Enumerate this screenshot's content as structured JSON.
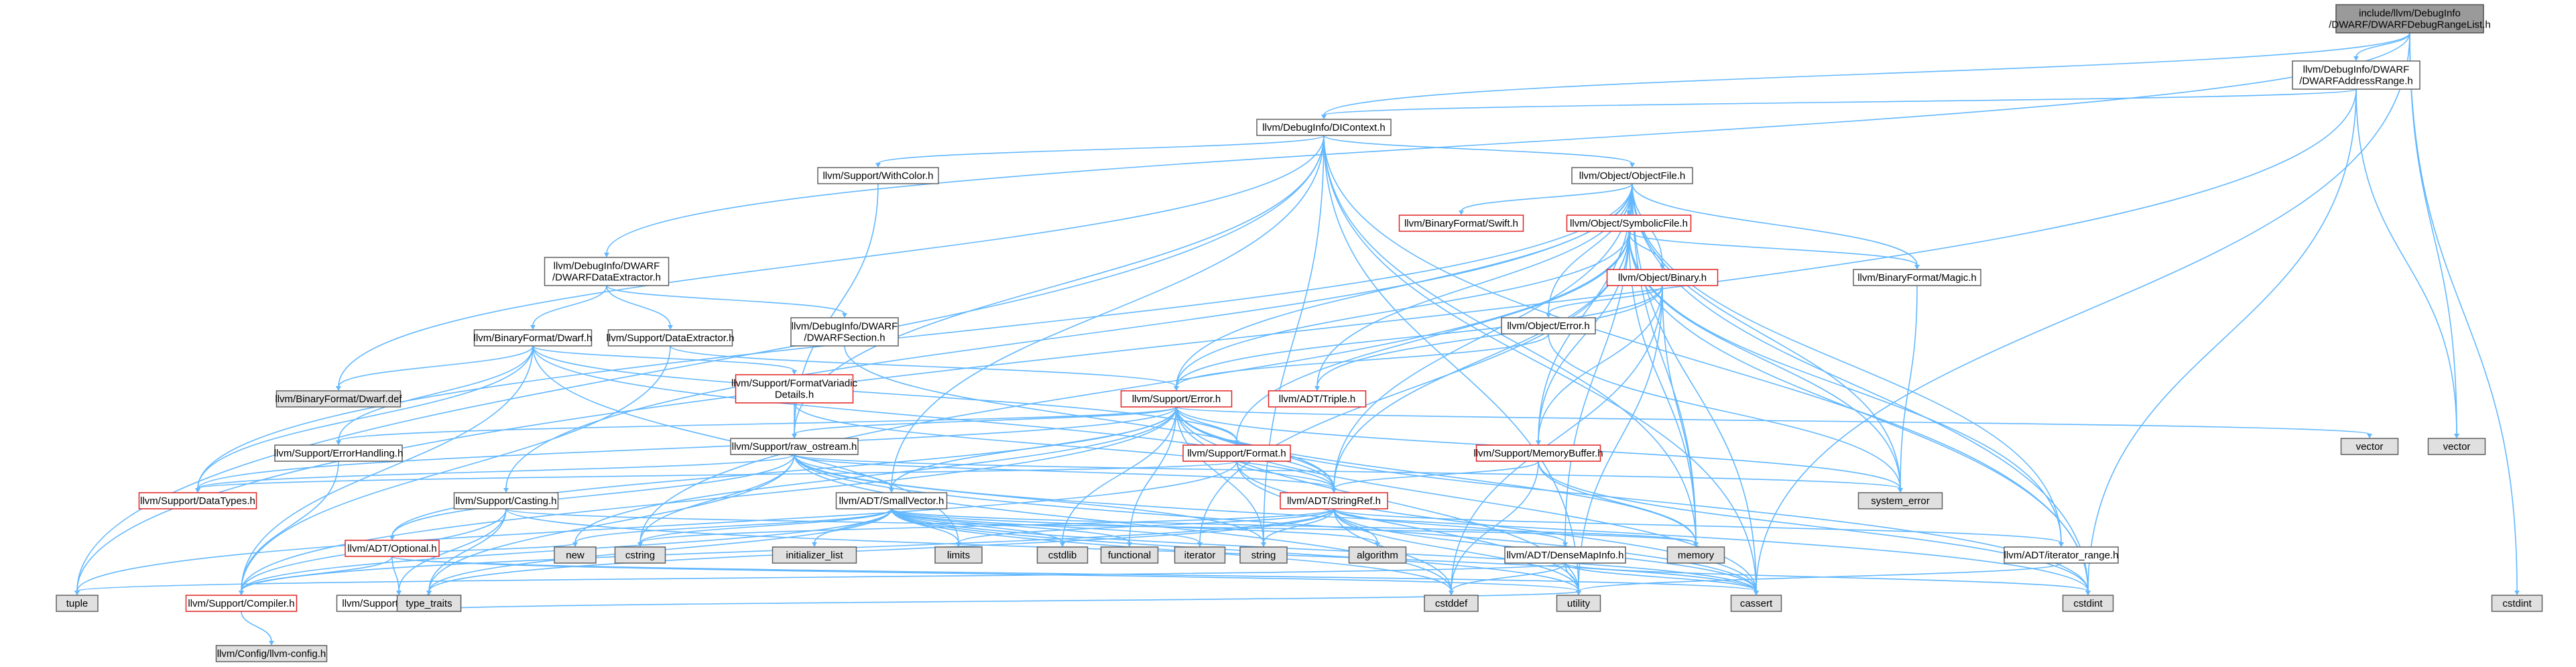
{
  "diagram": {
    "nodes": [
      {
        "id": "root",
        "lines": [
          "include/llvm/DebugInfo",
          "/DWARF/DWARFDebugRangeList.h"
        ],
        "style": "root"
      },
      {
        "id": "addrrange",
        "lines": [
          "llvm/DebugInfo/DWARF",
          "/DWARFAddressRange.h"
        ],
        "style": "plain"
      },
      {
        "id": "dicontext",
        "lines": [
          "llvm/DebugInfo/DIContext.h"
        ],
        "style": "plain"
      },
      {
        "id": "withcolor",
        "lines": [
          "llvm/Support/WithColor.h"
        ],
        "style": "plain"
      },
      {
        "id": "objectfile",
        "lines": [
          "llvm/Object/ObjectFile.h"
        ],
        "style": "plain"
      },
      {
        "id": "swift",
        "lines": [
          "llvm/BinaryFormat/Swift.h"
        ],
        "style": "red"
      },
      {
        "id": "symbolicfile",
        "lines": [
          "llvm/Object/SymbolicFile.h"
        ],
        "style": "red"
      },
      {
        "id": "dataextractor_dwarf",
        "lines": [
          "llvm/DebugInfo/DWARF",
          "/DWARFDataExtractor.h"
        ],
        "style": "plain"
      },
      {
        "id": "binary",
        "lines": [
          "llvm/Object/Binary.h"
        ],
        "style": "red"
      },
      {
        "id": "magic",
        "lines": [
          "llvm/BinaryFormat/Magic.h"
        ],
        "style": "plain"
      },
      {
        "id": "dwarf",
        "lines": [
          "llvm/BinaryFormat/Dwarf.h"
        ],
        "style": "plain"
      },
      {
        "id": "dataextractor",
        "lines": [
          "llvm/Support/DataExtractor.h"
        ],
        "style": "plain"
      },
      {
        "id": "dwarfsection",
        "lines": [
          "llvm/DebugInfo/DWARF",
          "/DWARFSection.h"
        ],
        "style": "plain"
      },
      {
        "id": "objerror",
        "lines": [
          "llvm/Object/Error.h"
        ],
        "style": "plain"
      },
      {
        "id": "dwarfdef",
        "lines": [
          "llvm/BinaryFormat/Dwarf.def"
        ],
        "style": "gray"
      },
      {
        "id": "formatvariadic",
        "lines": [
          "llvm/Support/FormatVariadic",
          "Details.h"
        ],
        "style": "red"
      },
      {
        "id": "error",
        "lines": [
          "llvm/Support/Error.h"
        ],
        "style": "red"
      },
      {
        "id": "triple",
        "lines": [
          "llvm/ADT/Triple.h"
        ],
        "style": "red"
      },
      {
        "id": "errorhandling",
        "lines": [
          "llvm/Support/ErrorHandling.h"
        ],
        "style": "plain"
      },
      {
        "id": "rawostream",
        "lines": [
          "llvm/Support/raw_ostream.h"
        ],
        "style": "plain"
      },
      {
        "id": "format",
        "lines": [
          "llvm/Support/Format.h"
        ],
        "style": "red"
      },
      {
        "id": "memorybuffer",
        "lines": [
          "llvm/Support/MemoryBuffer.h"
        ],
        "style": "red"
      },
      {
        "id": "vector",
        "lines": [
          "vector"
        ],
        "style": "gray"
      },
      {
        "id": "vector2",
        "lines": [
          "vector"
        ],
        "style": "gray"
      },
      {
        "id": "systemerror",
        "lines": [
          "system_error"
        ],
        "style": "gray"
      },
      {
        "id": "datatypes",
        "lines": [
          "llvm/Support/DataTypes.h"
        ],
        "style": "red"
      },
      {
        "id": "casting",
        "lines": [
          "llvm/Support/Casting.h"
        ],
        "style": "plain"
      },
      {
        "id": "smallvector",
        "lines": [
          "llvm/ADT/SmallVector.h"
        ],
        "style": "plain"
      },
      {
        "id": "optional",
        "lines": [
          "llvm/ADT/Optional.h"
        ],
        "style": "red"
      },
      {
        "id": "stringref",
        "lines": [
          "llvm/ADT/StringRef.h"
        ],
        "style": "red"
      },
      {
        "id": "new",
        "lines": [
          "new"
        ],
        "style": "gray"
      },
      {
        "id": "typetraits_h",
        "lines": [
          "llvm/Support/type_traits.h"
        ],
        "style": "plain"
      },
      {
        "id": "initlist",
        "lines": [
          "initializer_list"
        ],
        "style": "gray"
      },
      {
        "id": "cstring",
        "lines": [
          "cstring"
        ],
        "style": "gray"
      },
      {
        "id": "limits",
        "lines": [
          "limits"
        ],
        "style": "gray"
      },
      {
        "id": "cstdlib",
        "lines": [
          "cstdlib"
        ],
        "style": "gray"
      },
      {
        "id": "functional",
        "lines": [
          "functional"
        ],
        "style": "gray"
      },
      {
        "id": "iterator",
        "lines": [
          "iterator"
        ],
        "style": "gray"
      },
      {
        "id": "string",
        "lines": [
          "string"
        ],
        "style": "gray"
      },
      {
        "id": "algorithm",
        "lines": [
          "algorithm"
        ],
        "style": "gray"
      },
      {
        "id": "densemapinfo",
        "lines": [
          "llvm/ADT/DenseMapInfo.h"
        ],
        "style": "plain"
      },
      {
        "id": "memory",
        "lines": [
          "memory"
        ],
        "style": "gray"
      },
      {
        "id": "iterrange",
        "lines": [
          "llvm/ADT/iterator_range.h"
        ],
        "style": "plain"
      },
      {
        "id": "tuple",
        "lines": [
          "tuple"
        ],
        "style": "gray"
      },
      {
        "id": "compiler",
        "lines": [
          "llvm/Support/Compiler.h"
        ],
        "style": "red"
      },
      {
        "id": "typetraits",
        "lines": [
          "type_traits"
        ],
        "style": "gray"
      },
      {
        "id": "cstddef",
        "lines": [
          "cstddef"
        ],
        "style": "gray"
      },
      {
        "id": "utility",
        "lines": [
          "utility"
        ],
        "style": "gray"
      },
      {
        "id": "cassert",
        "lines": [
          "cassert"
        ],
        "style": "gray"
      },
      {
        "id": "cstdint",
        "lines": [
          "cstdint"
        ],
        "style": "gray"
      },
      {
        "id": "cstdint2",
        "lines": [
          "cstdint"
        ],
        "style": "gray"
      },
      {
        "id": "llvmconfig",
        "lines": [
          "llvm/Config/llvm-config.h"
        ],
        "style": "gray"
      }
    ],
    "edges": [
      [
        "root",
        "addrrange"
      ],
      [
        "root",
        "dicontext"
      ],
      [
        "root",
        "dataextractor_dwarf"
      ],
      [
        "root",
        "vector2"
      ],
      [
        "root",
        "cassert"
      ],
      [
        "root",
        "cstdint2"
      ],
      [
        "addrrange",
        "dicontext"
      ],
      [
        "addrrange",
        "vector2"
      ],
      [
        "addrrange",
        "cstdint"
      ],
      [
        "addrrange",
        "tuple"
      ],
      [
        "dicontext",
        "withcolor"
      ],
      [
        "dicontext",
        "objectfile"
      ],
      [
        "dicontext",
        "smallvector"
      ],
      [
        "dicontext",
        "rawostream"
      ],
      [
        "dicontext",
        "dwarfdef"
      ],
      [
        "dicontext",
        "memory"
      ],
      [
        "dicontext",
        "cstdint"
      ],
      [
        "dicontext",
        "string"
      ],
      [
        "dicontext",
        "utility"
      ],
      [
        "dicontext",
        "tuple"
      ],
      [
        "dicontext",
        "cassert"
      ],
      [
        "withcolor",
        "rawostream"
      ],
      [
        "objectfile",
        "swift"
      ],
      [
        "objectfile",
        "symbolicfile"
      ],
      [
        "objectfile",
        "binary"
      ],
      [
        "objectfile",
        "magic"
      ],
      [
        "objectfile",
        "objerror"
      ],
      [
        "objectfile",
        "error"
      ],
      [
        "objectfile",
        "triple"
      ],
      [
        "objectfile",
        "memorybuffer"
      ],
      [
        "objectfile",
        "stringref"
      ],
      [
        "objectfile",
        "iterrange"
      ],
      [
        "objectfile",
        "densemapinfo"
      ],
      [
        "objectfile",
        "casting"
      ],
      [
        "objectfile",
        "systemerror"
      ],
      [
        "objectfile",
        "memory"
      ],
      [
        "objectfile",
        "cassert"
      ],
      [
        "objectfile",
        "cstdint"
      ],
      [
        "objectfile",
        "datatypes"
      ],
      [
        "symbolicfile",
        "binary"
      ],
      [
        "symbolicfile",
        "magic"
      ],
      [
        "symbolicfile",
        "error"
      ],
      [
        "symbolicfile",
        "memorybuffer"
      ],
      [
        "symbolicfile",
        "stringref"
      ],
      [
        "symbolicfile",
        "format"
      ],
      [
        "symbolicfile",
        "iterrange"
      ],
      [
        "symbolicfile",
        "systemerror"
      ],
      [
        "symbolicfile",
        "memory"
      ],
      [
        "symbolicfile",
        "cstdint"
      ],
      [
        "symbolicfile",
        "cstring"
      ],
      [
        "symbolicfile",
        "iterator"
      ],
      [
        "binary",
        "objerror"
      ],
      [
        "binary",
        "error"
      ],
      [
        "binary",
        "triple"
      ],
      [
        "binary",
        "memorybuffer"
      ],
      [
        "binary",
        "utility"
      ],
      [
        "binary",
        "memory"
      ],
      [
        "binary",
        "cstddef"
      ],
      [
        "magic",
        "systemerror"
      ],
      [
        "objerror",
        "error"
      ],
      [
        "objerror",
        "systemerror"
      ],
      [
        "dataextractor_dwarf",
        "dwarf"
      ],
      [
        "dataextractor_dwarf",
        "dataextractor"
      ],
      [
        "dataextractor_dwarf",
        "dwarfsection"
      ],
      [
        "dwarf",
        "dwarfdef"
      ],
      [
        "dwarf",
        "formatvariadic"
      ],
      [
        "dwarf",
        "errorhandling"
      ],
      [
        "dwarf",
        "format"
      ],
      [
        "dwarf",
        "stringref"
      ],
      [
        "dwarf",
        "datatypes"
      ],
      [
        "dwarf",
        "compiler"
      ],
      [
        "dwarf",
        "limits"
      ],
      [
        "dataextractor",
        "error"
      ],
      [
        "dataextractor",
        "compiler"
      ],
      [
        "dwarfsection",
        "stringref"
      ],
      [
        "formatvariadic",
        "rawostream"
      ],
      [
        "formatvariadic",
        "stringref"
      ],
      [
        "error",
        "errorhandling"
      ],
      [
        "error",
        "rawostream"
      ],
      [
        "error",
        "format"
      ],
      [
        "error",
        "smallvector"
      ],
      [
        "error",
        "stringref"
      ],
      [
        "error",
        "vector"
      ],
      [
        "error",
        "systemerror"
      ],
      [
        "error",
        "datatypes"
      ],
      [
        "error",
        "compiler"
      ],
      [
        "error",
        "cassert"
      ],
      [
        "error",
        "cstdint"
      ],
      [
        "error",
        "cstdlib"
      ],
      [
        "error",
        "functional"
      ],
      [
        "error",
        "memory"
      ],
      [
        "error",
        "new"
      ],
      [
        "error",
        "optional"
      ],
      [
        "error",
        "string"
      ],
      [
        "error",
        "utility"
      ],
      [
        "errorhandling",
        "compiler"
      ],
      [
        "rawostream",
        "stringref"
      ],
      [
        "rawostream",
        "smallvector"
      ],
      [
        "rawostream",
        "datatypes"
      ],
      [
        "rawostream",
        "cassert"
      ],
      [
        "rawostream",
        "cstddef"
      ],
      [
        "rawostream",
        "cstdint"
      ],
      [
        "rawostream",
        "cstring"
      ],
      [
        "rawostream",
        "string"
      ],
      [
        "rawostream",
        "systemerror"
      ],
      [
        "rawostream",
        "typetraits"
      ],
      [
        "rawostream",
        "optional"
      ],
      [
        "format",
        "stringref"
      ],
      [
        "format",
        "datatypes"
      ],
      [
        "format",
        "cassert"
      ],
      [
        "format",
        "cstdio"
      ],
      [
        "format",
        "tuple"
      ],
      [
        "format",
        "utility"
      ],
      [
        "memorybuffer",
        "stringref"
      ],
      [
        "memorybuffer",
        "memory"
      ],
      [
        "memorybuffer",
        "cstddef"
      ],
      [
        "memorybuffer",
        "cstdint"
      ],
      [
        "casting",
        "typetraits_h"
      ],
      [
        "casting",
        "compiler"
      ],
      [
        "casting",
        "cassert"
      ],
      [
        "casting",
        "memory"
      ],
      [
        "casting",
        "typetraits"
      ],
      [
        "smallvector",
        "compiler"
      ],
      [
        "smallvector",
        "typetraits"
      ],
      [
        "smallvector",
        "algorithm"
      ],
      [
        "smallvector",
        "cassert"
      ],
      [
        "smallvector",
        "cstddef"
      ],
      [
        "smallvector",
        "cstdlib"
      ],
      [
        "smallvector",
        "cstring"
      ],
      [
        "smallvector",
        "functional"
      ],
      [
        "smallvector",
        "initlist"
      ],
      [
        "smallvector",
        "iterator"
      ],
      [
        "smallvector",
        "limits"
      ],
      [
        "smallvector",
        "memory"
      ],
      [
        "smallvector",
        "new"
      ],
      [
        "smallvector",
        "utility"
      ],
      [
        "optional",
        "typetraits_h"
      ],
      [
        "optional",
        "compiler"
      ],
      [
        "optional",
        "cassert"
      ],
      [
        "optional",
        "new"
      ],
      [
        "optional",
        "utility"
      ],
      [
        "stringref",
        "densemapinfo"
      ],
      [
        "stringref",
        "iterrange"
      ],
      [
        "stringref",
        "compiler"
      ],
      [
        "stringref",
        "algorithm"
      ],
      [
        "stringref",
        "cassert"
      ],
      [
        "stringref",
        "cstddef"
      ],
      [
        "stringref",
        "cstring"
      ],
      [
        "stringref",
        "limits"
      ],
      [
        "stringref",
        "string"
      ],
      [
        "stringref",
        "typetraits"
      ],
      [
        "stringref",
        "utility"
      ],
      [
        "typetraits_h",
        "typetraits"
      ],
      [
        "typetraits_h",
        "utility"
      ],
      [
        "densemapinfo",
        "cassert"
      ],
      [
        "densemapinfo",
        "cstddef"
      ],
      [
        "densemapinfo",
        "cstdint"
      ],
      [
        "densemapinfo",
        "tuple"
      ],
      [
        "densemapinfo",
        "utility"
      ],
      [
        "iterrange",
        "utility"
      ],
      [
        "compiler",
        "llvmconfig"
      ]
    ]
  }
}
